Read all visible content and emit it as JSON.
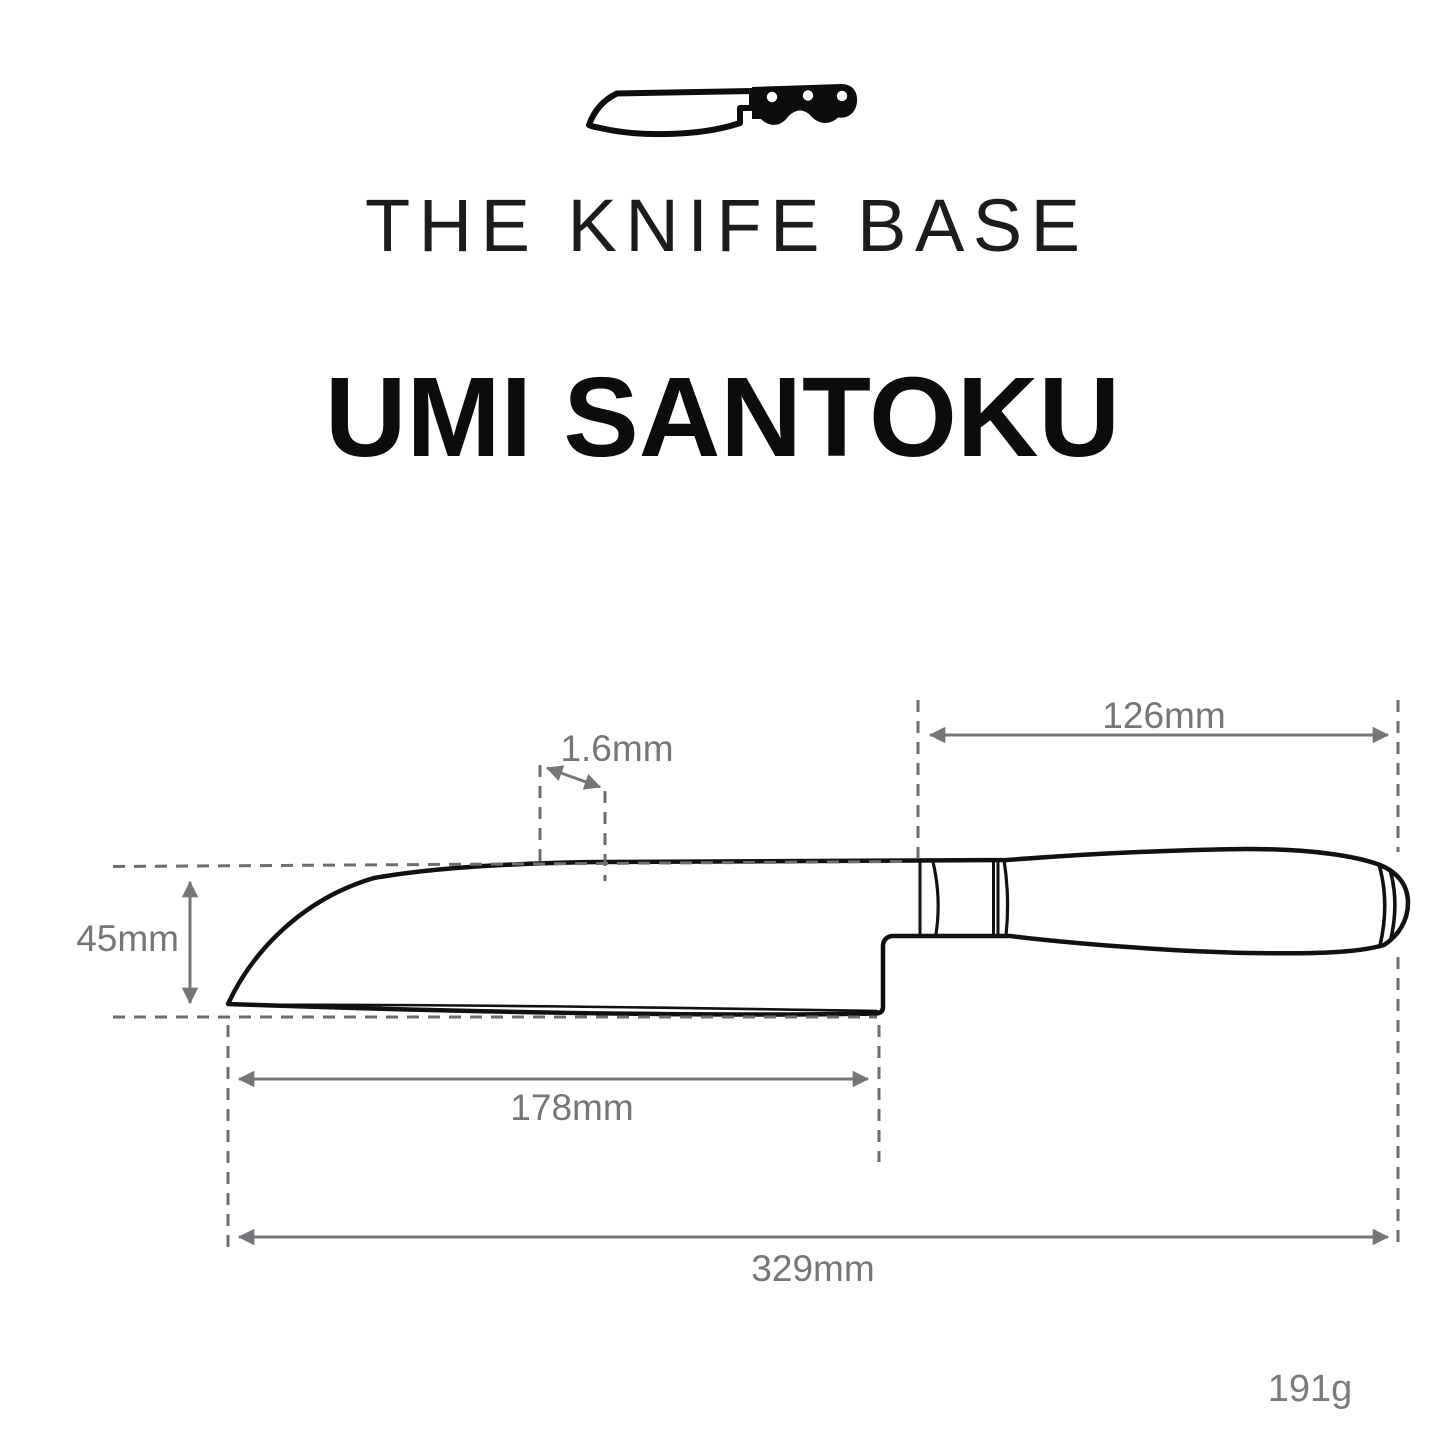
{
  "brand": {
    "name": "THE KNIFE BASE",
    "icon": "knife-icon"
  },
  "title": "UMI SANTOKU",
  "diagram": {
    "handle_length": "126mm",
    "spine_thickness": "1.6mm",
    "blade_height": "45mm",
    "blade_length": "178mm",
    "total_length": "329mm",
    "weight": "191g"
  },
  "colors": {
    "ink": "#111111",
    "dimension_gray": "#77757a",
    "dash_gray": "#6e6c72",
    "background": "#ffffff"
  }
}
